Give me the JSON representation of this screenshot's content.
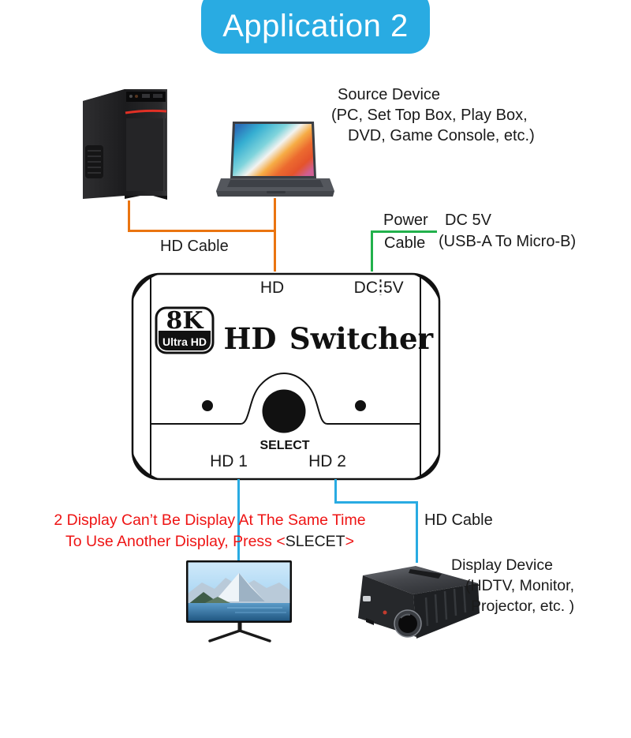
{
  "banner": {
    "label": "Application 2"
  },
  "source_device": {
    "title": "Source Device",
    "line2": "(PC, Set Top Box, Play Box,",
    "line3": "DVD, Game Console, etc.)"
  },
  "cables": {
    "hd_cable_top": "HD Cable",
    "power_word": "Power",
    "cable_word": "Cable",
    "dc_5v": "DC 5V",
    "usb_spec": "(USB-A To Micro-B)",
    "hd_cable_right": "HD Cable"
  },
  "switcher": {
    "top_port_hd": "HD",
    "top_port_dc": "DC",
    "top_port_5v": "5V",
    "badge_8k": "8K",
    "badge_ultra_hd": "Ultra HD",
    "brand_hd": "HD",
    "brand_switcher": "Switcher",
    "select_button": "SELECT",
    "output1": "HD 1",
    "output2": "HD 2"
  },
  "warning": {
    "line1": "2 Display Can’t Be Display At The Same Time",
    "line2_prefix": "To Use Another Display, Press ",
    "bracket_open": "<",
    "slecet": "SLECET",
    "bracket_close": ">"
  },
  "display_device": {
    "title": "Display Device",
    "line2": "(HDTV, Monitor,",
    "line3": "Projector, etc. )"
  },
  "colors": {
    "banner_blue": "#29abe2",
    "hd_cable_orange": "#ea7410",
    "power_cable_green": "#22b14c",
    "hd_cable_blue": "#29abe2",
    "warning_red": "#ee1414",
    "text_black": "#1a1a1a"
  }
}
